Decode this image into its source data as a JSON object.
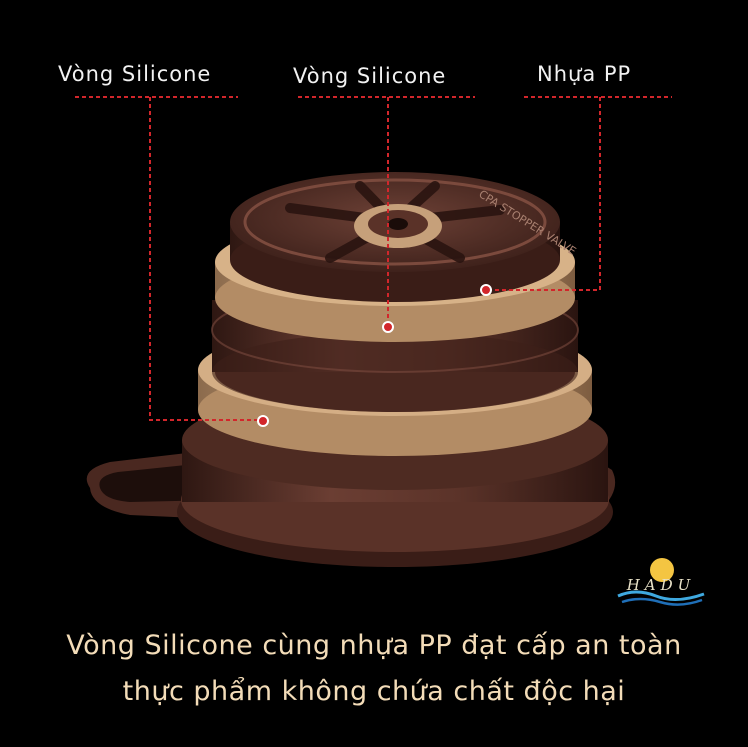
{
  "callouts": {
    "left": "Vòng Silicone",
    "middle": "Vòng Silicone",
    "right": "Nhựa PP"
  },
  "product_engraving": "CPA STOPPER VALVE",
  "caption": {
    "line1": "Vòng Silicone cùng nhựa PP đạt cấp an toàn",
    "line2": "thực phẩm không chứa chất độc hại"
  },
  "logo": {
    "text": "HADU"
  },
  "colors": {
    "background": "#000000",
    "callout_line": "#d2262b",
    "plastic_brown": "#5a3228",
    "silicone_beige": "#c9a27a",
    "caption_text": "#f3dcb8"
  }
}
